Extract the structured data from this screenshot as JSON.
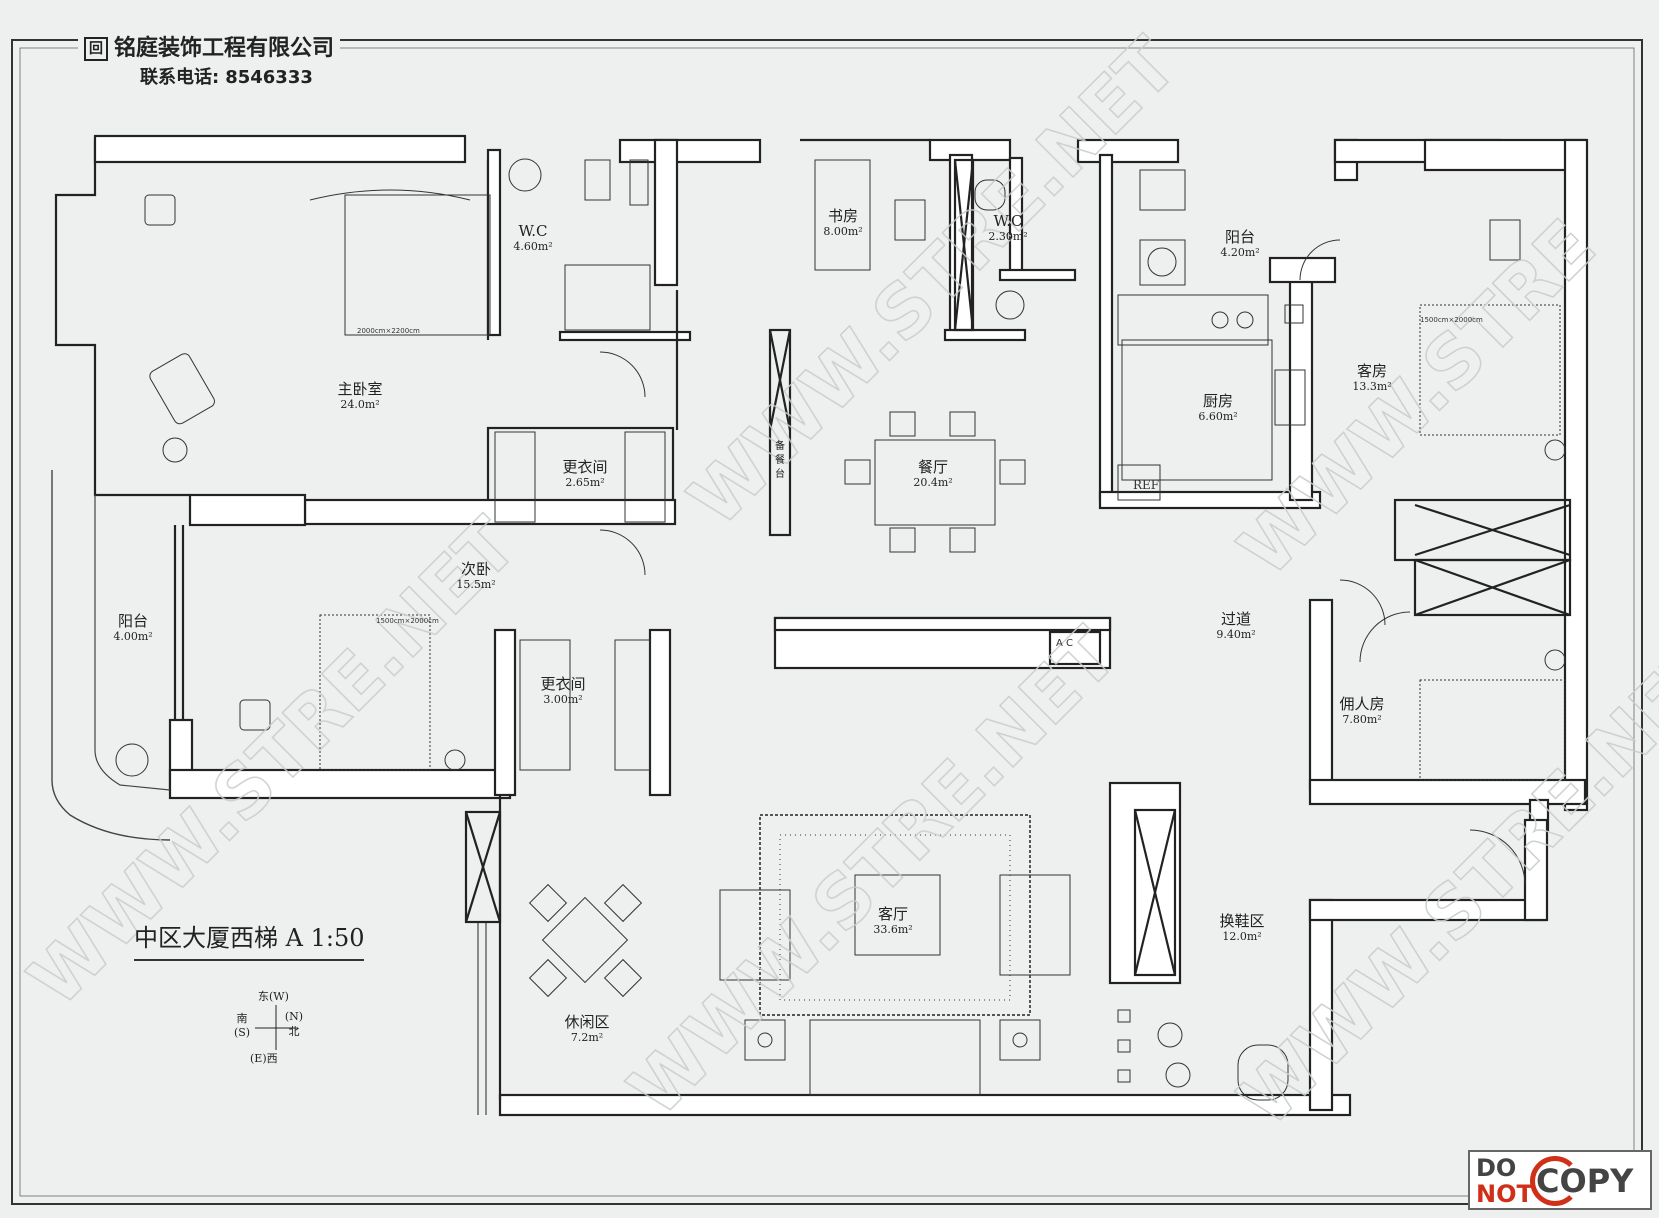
{
  "header": {
    "logo_glyph": "回",
    "company_name": "铭庭装饰工程有限公司",
    "phone_label": "联系电话:",
    "phone_number": "8546333"
  },
  "title": "中区大厦西梯 A 1:50",
  "rooms": {
    "master_bedroom": {
      "name": "主卧室",
      "area": "24.0m²"
    },
    "wc_master": {
      "name": "W.C",
      "area": "4.60m²"
    },
    "study": {
      "name": "书房",
      "area": "8.00m²"
    },
    "wc_small": {
      "name": "W.C",
      "area": "2.30m²"
    },
    "balcony_north": {
      "name": "阳台",
      "area": "4.20m²"
    },
    "kitchen": {
      "name": "厨房",
      "area": "6.60m²"
    },
    "guest_room": {
      "name": "客房",
      "area": "13.3m²"
    },
    "walkin_1": {
      "name": "更衣间",
      "area": "2.65m²"
    },
    "dining": {
      "name": "餐厅",
      "area": "20.4m²"
    },
    "second_bedroom": {
      "name": "次卧",
      "area": "15.5m²"
    },
    "balcony_west": {
      "name": "阳台",
      "area": "4.00m²"
    },
    "walkin_2": {
      "name": "更衣间",
      "area": "3.00m²"
    },
    "corridor": {
      "name": "过道",
      "area": "9.40m²"
    },
    "maid_room": {
      "name": "佣人房",
      "area": "7.80m²"
    },
    "living_room": {
      "name": "客厅",
      "area": "33.6m²"
    },
    "lounge": {
      "name": "休闲区",
      "area": "7.2m²"
    },
    "shoe_area": {
      "name": "换鞋区",
      "area": "12.0m²"
    }
  },
  "labels": {
    "bed_master": "2000cm×2200cm",
    "bed_guest": "1500cm×2000cm",
    "bed_second": "1500cm×2000cm",
    "ref": "REF",
    "ac": "A C",
    "sideboard": "备餐台"
  },
  "compass": {
    "top": "东(W)",
    "left": "南 (S)",
    "right": "(N) 北",
    "bottom": "(E)西"
  },
  "stamp": {
    "do": "DO",
    "not": "NOT",
    "copy": "COPY"
  },
  "colors": {
    "line": "#222222",
    "paper": "#eef0f0",
    "stamp_red": "#d03018"
  }
}
